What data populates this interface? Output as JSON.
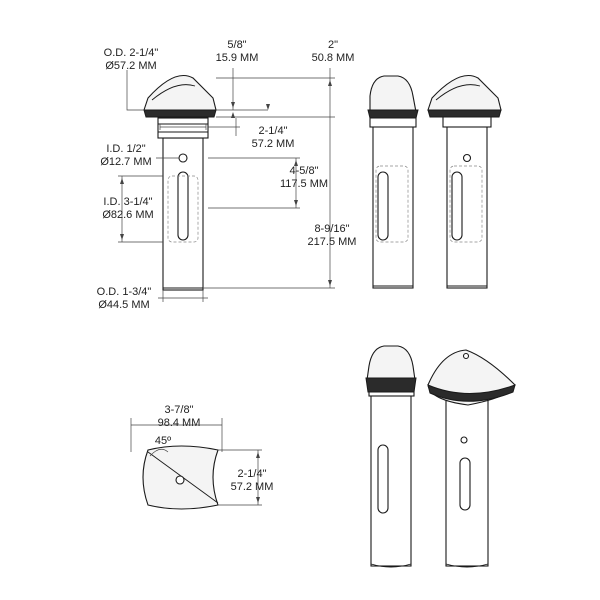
{
  "dimensions": {
    "od_top": {
      "imperial": "O.D. 2-1/4\"",
      "metric": "Ø57.2 MM"
    },
    "cap_height": {
      "imperial": "5/8\"",
      "metric": "15.9 MM"
    },
    "overall_cap": {
      "imperial": "2\"",
      "metric": "50.8 MM"
    },
    "collar": {
      "imperial": "2-1/4\"",
      "metric": "57.2 MM"
    },
    "id_hole": {
      "imperial": "I.D. 1/2\"",
      "metric": "Ø12.7 MM"
    },
    "slot_offset": {
      "imperial": "4-5/8\"",
      "metric": "117.5 MM"
    },
    "slot_length": {
      "imperial": "I.D. 3-1/4\"",
      "metric": "Ø82.6 MM"
    },
    "overall_length": {
      "imperial": "8-9/16\"",
      "metric": "217.5 MM"
    },
    "od_bottom": {
      "imperial": "O.D. 1-3/4\"",
      "metric": "Ø44.5 MM"
    },
    "top_width": {
      "imperial": "3-7/8\"",
      "metric": "98.4 MM"
    },
    "angle": "45º",
    "top_depth": {
      "imperial": "2-1/4\"",
      "metric": "57.2 MM"
    }
  }
}
